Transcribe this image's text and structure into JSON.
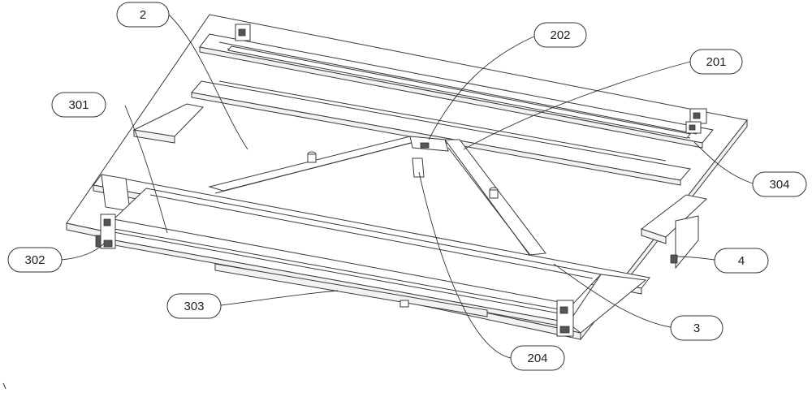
{
  "colors": {
    "line": "#3a3a3a",
    "background": "#ffffff",
    "callout_border": "#333333"
  },
  "callouts": [
    {
      "id": "2",
      "label": "2"
    },
    {
      "id": "202",
      "label": "202"
    },
    {
      "id": "201",
      "label": "201"
    },
    {
      "id": "301",
      "label": "301"
    },
    {
      "id": "304",
      "label": "304"
    },
    {
      "id": "302",
      "label": "302"
    },
    {
      "id": "4",
      "label": "4"
    },
    {
      "id": "303",
      "label": "303"
    },
    {
      "id": "3",
      "label": "3"
    },
    {
      "id": "204",
      "label": "204"
    }
  ]
}
